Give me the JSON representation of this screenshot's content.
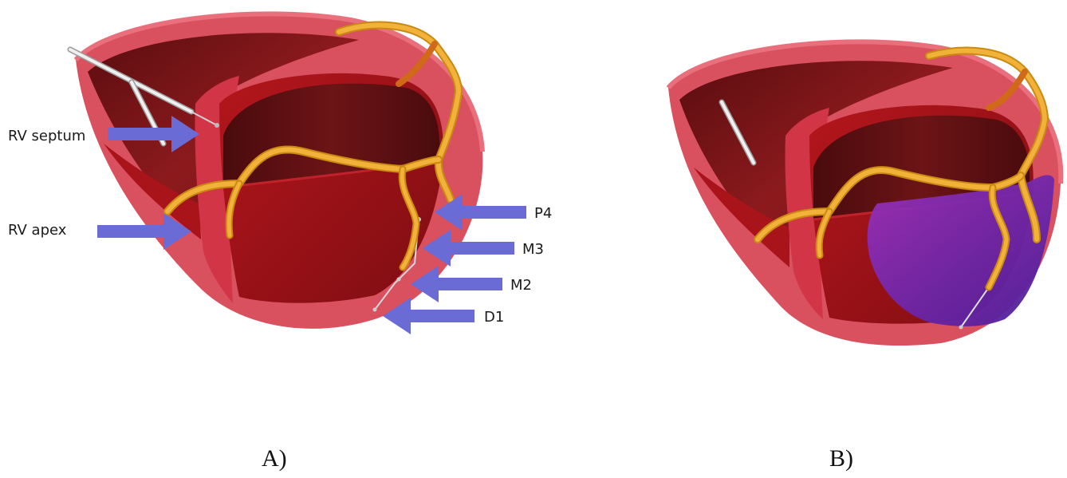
{
  "figure": {
    "panels": [
      {
        "caption": "A)",
        "labels": {
          "rv_septum": "RV septum",
          "rv_apex": "RV apex",
          "p4": "P4",
          "m3": "M3",
          "m2": "M2",
          "d1": "D1"
        }
      },
      {
        "caption": "B)"
      }
    ],
    "colors": {
      "arrow": "#6b6bd6",
      "vessel": "#e0a020",
      "myocardium_outer": "#d9505f",
      "cavity": "#8a1418",
      "ablation_region": "#7a2aa8"
    }
  }
}
